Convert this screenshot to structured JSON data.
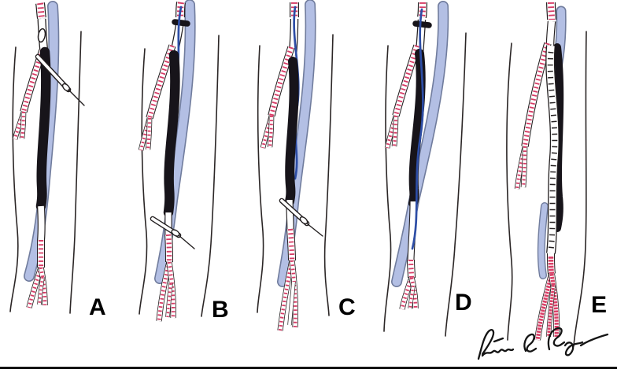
{
  "figure": {
    "panels": [
      {
        "label": "A"
      },
      {
        "label": "B"
      },
      {
        "label": "C"
      },
      {
        "label": "D"
      },
      {
        "label": "E"
      }
    ],
    "signature_alt": "artist signature",
    "colors": {
      "background": "#ffffff",
      "line": "#2b2626",
      "vein_fill": "#b3bfe4",
      "vein_edge": "#707c9d",
      "artery_stripe": "#d63c66",
      "perfused_artery": "#d94067",
      "occlusion": "#17141a",
      "guidewire": "#2d4da5",
      "rule": "#141414"
    }
  }
}
